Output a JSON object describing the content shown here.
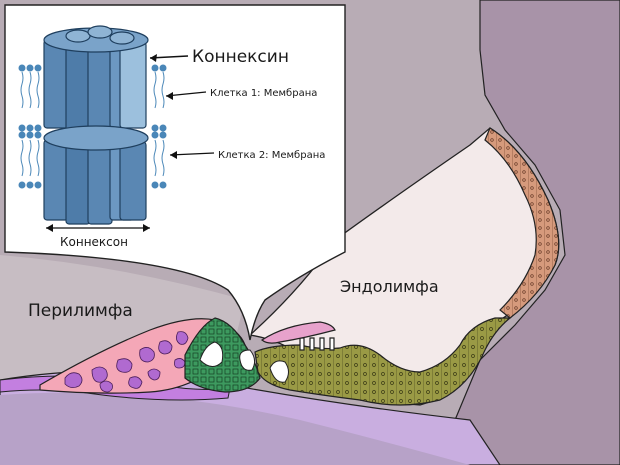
{
  "labels": {
    "connexin": "Коннексин",
    "membrane1": "Клетка 1: Мембрана",
    "membrane2": "Клетка 2: Мембрана",
    "connexon": "Коннексон",
    "perilymph": "Перилимфа",
    "endolymph": "Эндолимфа"
  },
  "colors": {
    "background": "#b8acb5",
    "outer_wall": "#a893a8",
    "perilymph_region": "#c7bdc3",
    "endolymph_region": "#f3eaea",
    "inset_panel": "#ffffff",
    "connexin_blue": "#5a87b3",
    "connexin_highlight": "#9cc0dd",
    "pink_tissue": "#f4a7b7",
    "purple_cells": "#b06ad0",
    "green_cells": "#3d9a5f",
    "olive_cells": "#9a9a45",
    "stria_orange": "#d69a7c",
    "tectorial_pink": "#e7a2cc",
    "basilar_lavender": "#c9aee0"
  }
}
